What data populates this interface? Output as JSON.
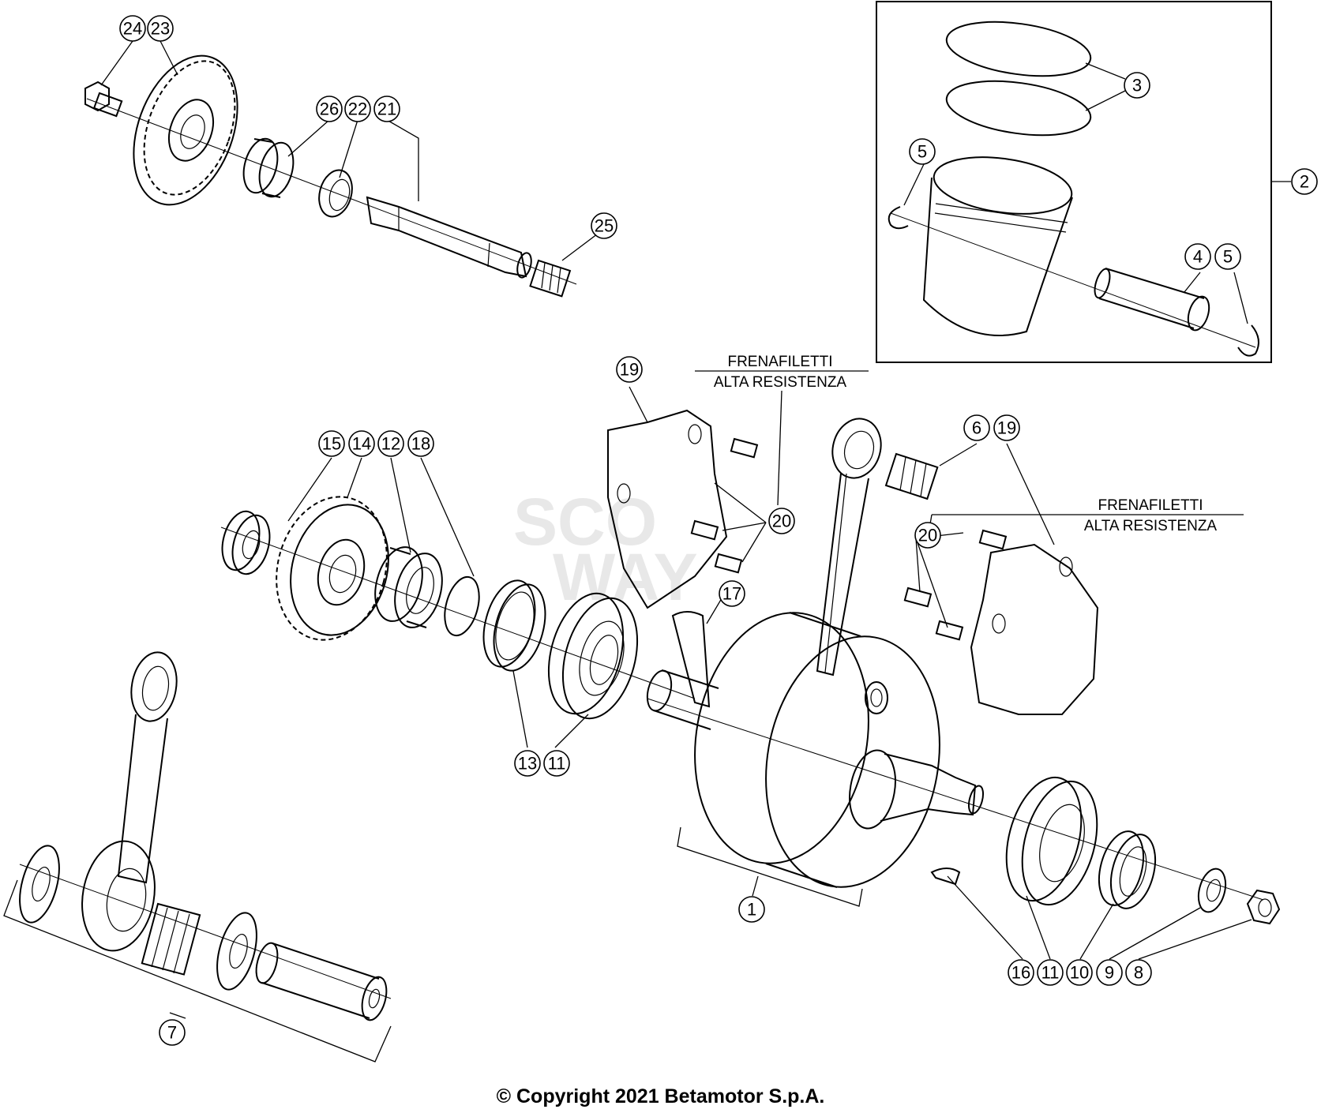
{
  "notes": {
    "top": {
      "line1": "FRENAFILETTI",
      "line2": "ALTA RESISTENZA"
    },
    "right": {
      "line1": "FRENAFILETTI",
      "line2": "ALTA RESISTENZA"
    }
  },
  "watermark": {
    "line1": "SCO",
    "line2": "WAY"
  },
  "copyright": "© Copyright 2021 Betamotor S.p.A.",
  "callouts": [
    {
      "id": "c24",
      "label": "24"
    },
    {
      "id": "c23",
      "label": "23"
    },
    {
      "id": "c26",
      "label": "26"
    },
    {
      "id": "c22",
      "label": "22"
    },
    {
      "id": "c21",
      "label": "21"
    },
    {
      "id": "c25",
      "label": "25"
    },
    {
      "id": "c3",
      "label": "3"
    },
    {
      "id": "c5a",
      "label": "5"
    },
    {
      "id": "c2",
      "label": "2"
    },
    {
      "id": "c4",
      "label": "4"
    },
    {
      "id": "c5b",
      "label": "5"
    },
    {
      "id": "c19a",
      "label": "19"
    },
    {
      "id": "c6",
      "label": "6"
    },
    {
      "id": "c19b",
      "label": "19"
    },
    {
      "id": "c15",
      "label": "15"
    },
    {
      "id": "c14",
      "label": "14"
    },
    {
      "id": "c12",
      "label": "12"
    },
    {
      "id": "c18",
      "label": "18"
    },
    {
      "id": "c20a",
      "label": "20"
    },
    {
      "id": "c20b",
      "label": "20"
    },
    {
      "id": "c17",
      "label": "17"
    },
    {
      "id": "c13",
      "label": "13"
    },
    {
      "id": "c11a",
      "label": "11"
    },
    {
      "id": "c1",
      "label": "1"
    },
    {
      "id": "c16",
      "label": "16"
    },
    {
      "id": "c11b",
      "label": "11"
    },
    {
      "id": "c10",
      "label": "10"
    },
    {
      "id": "c9",
      "label": "9"
    },
    {
      "id": "c8",
      "label": "8"
    },
    {
      "id": "c7",
      "label": "7"
    }
  ]
}
